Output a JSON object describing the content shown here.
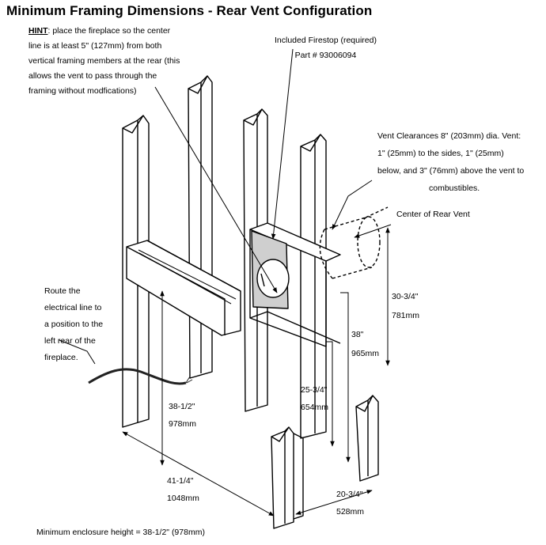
{
  "title": "Minimum Framing Dimensions - Rear Vent Configuration",
  "hint": {
    "label": "HINT",
    "lines": [
      ": place the fireplace so the center",
      "line is at least 5\" (127mm)  from both",
      "vertical framing members at the rear (this",
      "allows the vent to pass through the",
      "framing without modfications)"
    ]
  },
  "firestop": {
    "lines": [
      "Included Firestop (required)",
      "Part # 93006094"
    ]
  },
  "vent_clearances": {
    "lines": [
      "Vent Clearances 8\" (203mm) dia. Vent:",
      "1\" (25mm)  to the sides, 1\" (25mm)",
      "below, and   3\" (76mm) above the vent to",
      "combustibles."
    ]
  },
  "center_rear_vent": "Center of Rear Vent",
  "electrical": {
    "lines": [
      "Route the",
      "electrical line to",
      "a position to the",
      "left rear of the",
      "fireplace."
    ]
  },
  "dimensions": {
    "d1": {
      "imperial": "30-3/4\"",
      "metric": "781mm"
    },
    "d2": {
      "imperial": "38\"",
      "metric": "965mm"
    },
    "d3": {
      "imperial": "25-3/4\"",
      "metric": "654mm"
    },
    "d4": {
      "imperial": "38-1/2\"",
      "metric": "978mm"
    },
    "d5": {
      "imperial": "41-1/4\"",
      "metric": "1048mm"
    },
    "d6": {
      "imperial": "20-3/4\"",
      "metric": "528mm"
    }
  },
  "footer": "Minimum enclosure height = 38-1/2\" (978mm)",
  "colors": {
    "line": "#000000",
    "firestop_fill": "#cfcfcf"
  }
}
